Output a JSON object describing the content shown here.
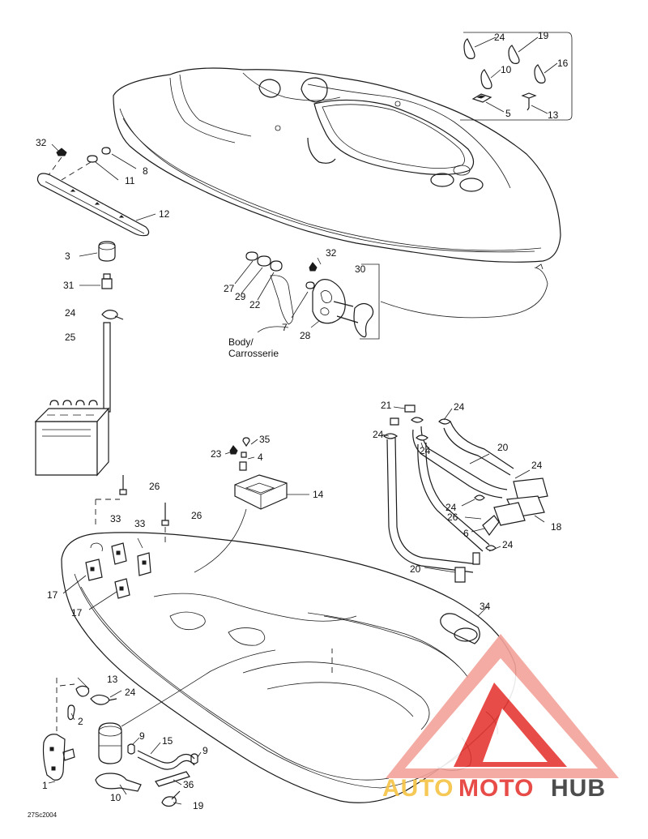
{
  "diagram": {
    "labels": [
      {
        "id": "1",
        "text": "1"
      },
      {
        "id": "2",
        "text": "2"
      },
      {
        "id": "3",
        "text": "3"
      },
      {
        "id": "4",
        "text": "4"
      },
      {
        "id": "5",
        "text": "5"
      },
      {
        "id": "6",
        "text": "6"
      },
      {
        "id": "7",
        "text": "7"
      },
      {
        "id": "8",
        "text": "8"
      },
      {
        "id": "9a",
        "text": "9"
      },
      {
        "id": "9b",
        "text": "9"
      },
      {
        "id": "10a",
        "text": "10"
      },
      {
        "id": "10b",
        "text": "10"
      },
      {
        "id": "11",
        "text": "11"
      },
      {
        "id": "12",
        "text": "12"
      },
      {
        "id": "13a",
        "text": "13"
      },
      {
        "id": "13b",
        "text": "13"
      },
      {
        "id": "14",
        "text": "14"
      },
      {
        "id": "15",
        "text": "15"
      },
      {
        "id": "16",
        "text": "16"
      },
      {
        "id": "17a",
        "text": "17"
      },
      {
        "id": "17b",
        "text": "17"
      },
      {
        "id": "18",
        "text": "18"
      },
      {
        "id": "19a",
        "text": "19"
      },
      {
        "id": "19b",
        "text": "19"
      },
      {
        "id": "20a",
        "text": "20"
      },
      {
        "id": "20b",
        "text": "20"
      },
      {
        "id": "21",
        "text": "21"
      },
      {
        "id": "22",
        "text": "22"
      },
      {
        "id": "23",
        "text": "23"
      },
      {
        "id": "24a",
        "text": "24"
      },
      {
        "id": "24b",
        "text": "24"
      },
      {
        "id": "24c",
        "text": "24"
      },
      {
        "id": "24d",
        "text": "24"
      },
      {
        "id": "24e",
        "text": "24"
      },
      {
        "id": "24f",
        "text": "24"
      },
      {
        "id": "24g",
        "text": "24"
      },
      {
        "id": "24h",
        "text": "24"
      },
      {
        "id": "24i",
        "text": "24"
      },
      {
        "id": "25",
        "text": "25"
      },
      {
        "id": "26a",
        "text": "26"
      },
      {
        "id": "26b",
        "text": "26"
      },
      {
        "id": "26c",
        "text": "26"
      },
      {
        "id": "27",
        "text": "27"
      },
      {
        "id": "28",
        "text": "28"
      },
      {
        "id": "29",
        "text": "29"
      },
      {
        "id": "30",
        "text": "30"
      },
      {
        "id": "31",
        "text": "31"
      },
      {
        "id": "32a",
        "text": "32"
      },
      {
        "id": "32b",
        "text": "32"
      },
      {
        "id": "33a",
        "text": "33"
      },
      {
        "id": "33b",
        "text": "33"
      },
      {
        "id": "34",
        "text": "34"
      },
      {
        "id": "35",
        "text": "35"
      },
      {
        "id": "36",
        "text": "36"
      }
    ],
    "body_label_line1": "Body/",
    "body_label_line2": "Carrosserie",
    "reference_code": "27Sc2004"
  },
  "watermark": {
    "text_auto": "AUTO",
    "text_moto": "MOTO",
    "text_hub": "HUB",
    "color_primary": "#e53935",
    "color_light": "#f3a29a",
    "color_yellow": "#f6c445",
    "color_dark": "#3a3a3a",
    "icon": "triangle-logo-icon"
  }
}
